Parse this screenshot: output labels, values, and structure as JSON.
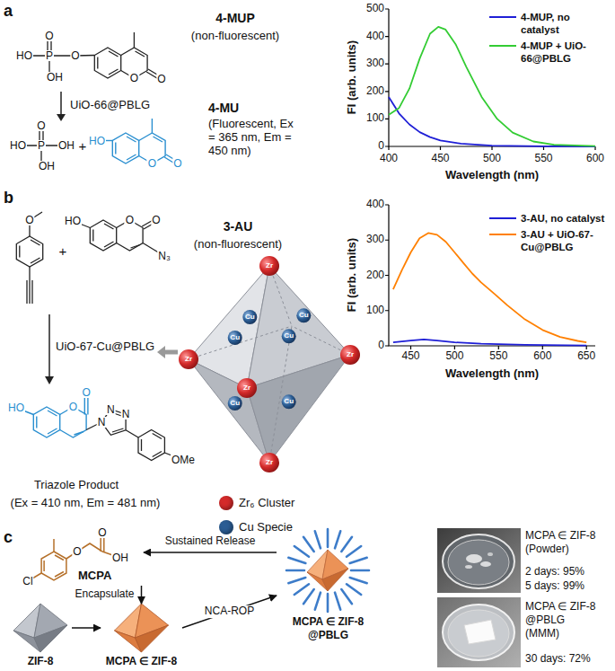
{
  "diagram": {
    "nodes": [
      {
        "text": [
          "MCPA"
        ]
      },
      {
        "text": [
          "MCPA ∈ ZIF-8 @PBLG"
        ]
      },
      {
        "text": [
          "ZIF-8"
        ]
      },
      {
        "text": [
          "MCPA ∈ ZIF-8"
        ]
      }
    ],
    "edges": [
      {
        "from": 1,
        "to": 0,
        "arrow": "to",
        "label": "Sustained Release"
      },
      {
        "from": 0,
        "to": 3,
        "arrow": "to",
        "label": "Encapsulate"
      },
      {
        "from": 2,
        "to": 3,
        "arrow": "to"
      },
      {
        "from": 3,
        "to": 1,
        "arrow": "to",
        "label": "NCA-ROP"
      }
    ],
    "labels": [
      "a",
      "O",
      "HO",
      "P",
      "O",
      "OH",
      "O",
      "O",
      "4-MUP",
      "(non-fluorescent)",
      "UiO-66@PBLG",
      "O",
      "HO",
      "P",
      "OH",
      "OH",
      "+",
      "HO",
      "O",
      "O",
      "4-MU",
      "(Fluorescent, Ex = 365 nm, Em = 450 nm)",
      "0",
      "100",
      "200",
      "300",
      "400",
      "500",
      "400",
      "450",
      "500",
      "550",
      "600",
      "Wavelength (nm)",
      "FI (arb. units)",
      "b",
      "O",
      "+",
      "HO",
      "O",
      "O",
      "N₃",
      "3-AU",
      "(non-fluorescent)",
      "UiO-67-Cu@PBLG",
      "Zr",
      "Zr",
      "Zr",
      "Zr",
      "Zr",
      "Cu",
      "Cu",
      "Cu",
      "Cu",
      "Cu",
      "Cu",
      "O",
      "O",
      "HO",
      "N",
      "N",
      "N",
      "OMe",
      "Triazole Product",
      "(Ex = 410 nm, Em = 481 nm)",
      "0",
      "100",
      "200",
      "300",
      "400",
      "450",
      "500",
      "550",
      "600",
      "650",
      "Wavelength (nm)",
      "FI (arb. units)",
      "c",
      "Cl",
      "O",
      "O",
      "OH",
      "MCPA ∈ ZIF-8",
      "(Powder)",
      "2 days: 95%",
      "5 days: 99%",
      "MCPA ∈ ZIF-8",
      "@PBLG",
      "(MMM)",
      "30 days: 72%"
    ],
    "legend": [
      {
        "text": "4-MUP, no catalyst"
      },
      {
        "text": "4-MUP + UiO-66@PBLG"
      },
      {
        "text": "3-AU, no catalyst"
      },
      {
        "text": "3-AU + UiO-67-Cu@PBLG"
      },
      {
        "text": "Zr₆ Cluster",
        "color": "#d42a2a"
      },
      {
        "text": "Cu Specie",
        "color": "#2b5d94"
      }
    ]
  }
}
